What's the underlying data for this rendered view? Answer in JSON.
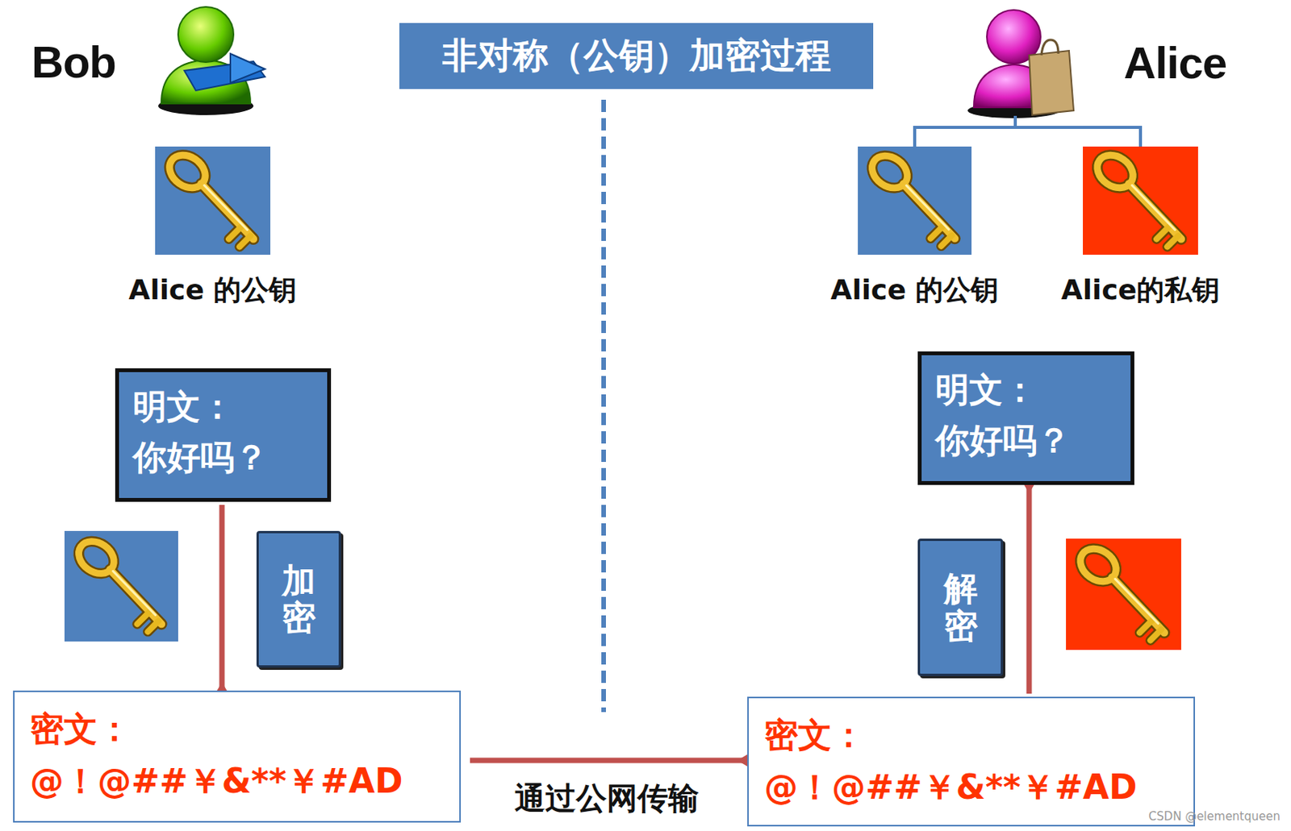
{
  "diagram": {
    "title": "非对称（公钥）加密过程",
    "nodes": [
      {
        "text": [
          "Bob"
        ]
      },
      {
        "text": [
          "Alice"
        ]
      },
      {
        "text": [
          "Alice 的公钥"
        ]
      },
      {
        "text": [
          "Alice 的公钥"
        ]
      },
      {
        "text": [
          "Alice的私钥"
        ]
      },
      {
        "text": [
          "明文：",
          "你好吗？"
        ]
      },
      {
        "text": [
          "明文：",
          "你好吗？"
        ]
      },
      {
        "text": [
          "加密"
        ]
      },
      {
        "text": [
          "解密"
        ]
      },
      {
        "text": [
          "密文：",
          "@！@##￥&**￥#AD"
        ]
      },
      {
        "text": [
          "密文：",
          "@！@##￥&**￥#AD"
        ]
      }
    ],
    "edges": [
      {
        "from": 1,
        "to": 3,
        "arrow": "none"
      },
      {
        "from": 1,
        "to": 4,
        "arrow": "none"
      },
      {
        "from": 5,
        "to": 9,
        "arrow": "to"
      },
      {
        "from": 9,
        "to": 10,
        "label": "通过公网传输",
        "arrow": "to"
      },
      {
        "from": 10,
        "to": 6,
        "arrow": "to"
      }
    ],
    "labels": [
      "CSDN @elementqueen"
    ]
  }
}
